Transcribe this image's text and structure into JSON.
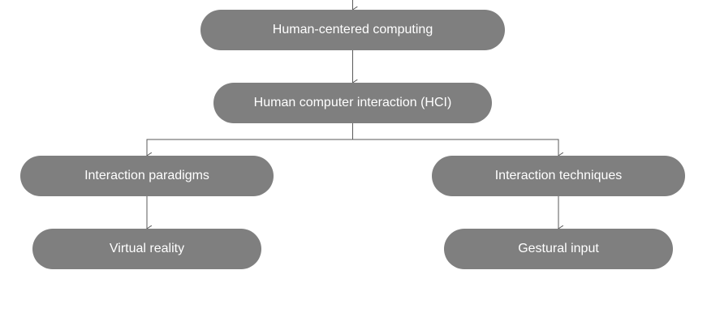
{
  "diagram": {
    "nodes": {
      "root": "Human-centered computing",
      "hci": "Human computer interaction (HCI)",
      "paradigms": "Interaction paradigms",
      "techniques": "Interaction techniques",
      "virtual_reality": "Virtual reality",
      "gestural_input": "Gestural input"
    },
    "edges": [
      [
        "root",
        "hci"
      ],
      [
        "hci",
        "paradigms"
      ],
      [
        "hci",
        "techniques"
      ],
      [
        "paradigms",
        "virtual_reality"
      ],
      [
        "techniques",
        "gestural_input"
      ]
    ]
  },
  "colors": {
    "node_fill": "#7f7f7f",
    "node_text": "#ffffff",
    "connector": "#595959"
  }
}
